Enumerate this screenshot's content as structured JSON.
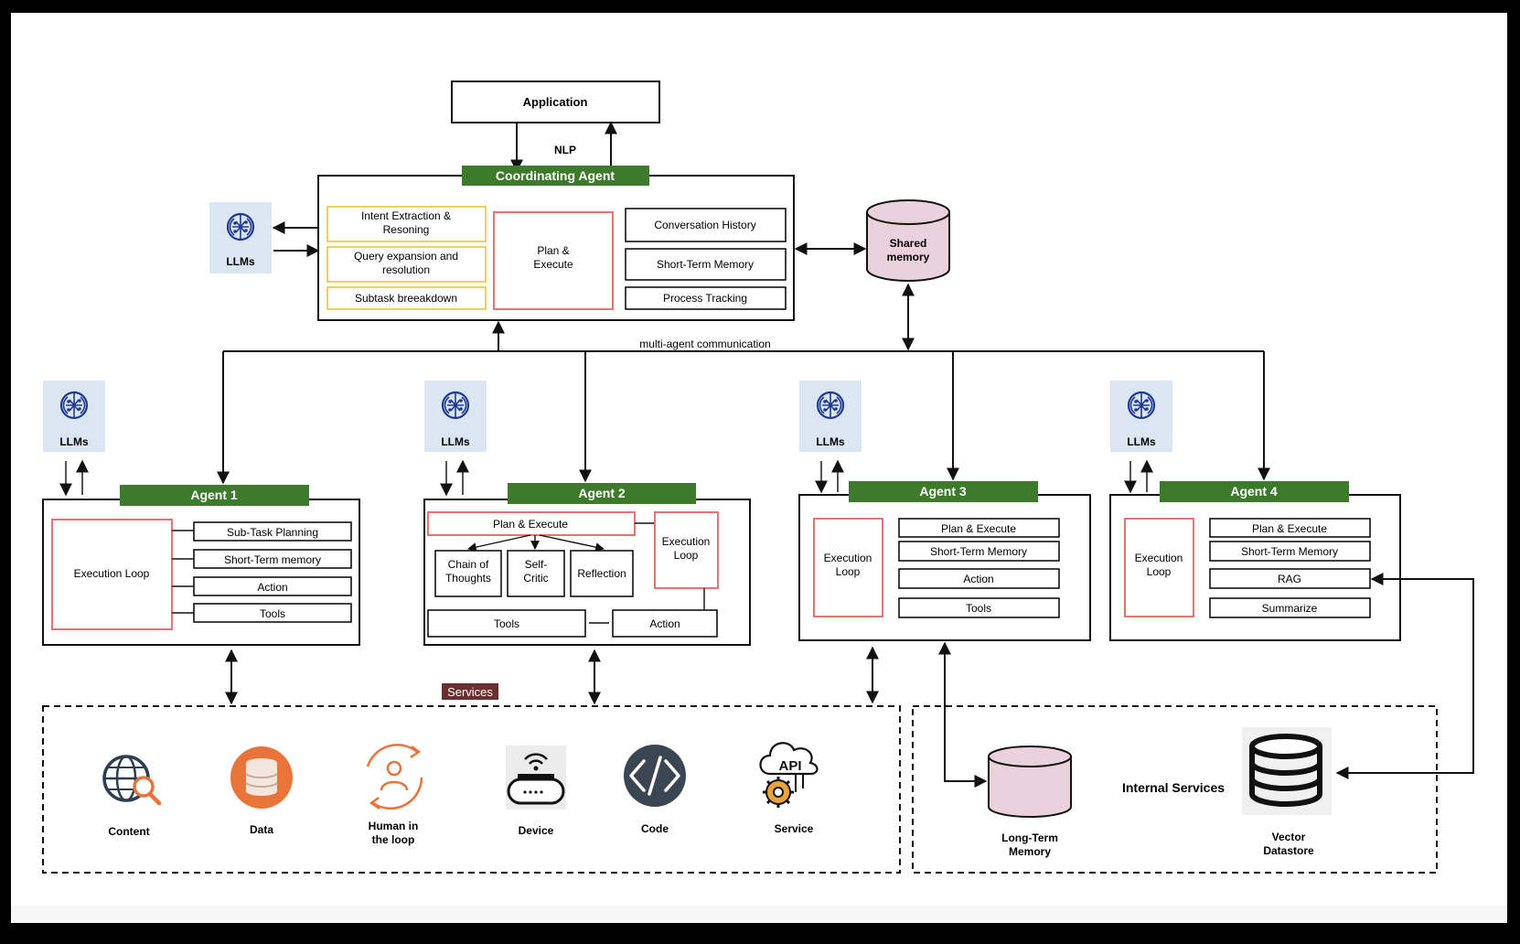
{
  "application": "Application",
  "nlp": "NLP",
  "coordinating_agent": {
    "title": "Coordinating Agent",
    "left_items": [
      "Intent Extraction &|Resoning",
      "Query expansion and|resolution",
      "Subtask breeakdown"
    ],
    "center": "Plan &|Execute",
    "right_items": [
      "Conversation History",
      "Short-Term Memory",
      "Process Tracking"
    ]
  },
  "llms_label": "LLMs",
  "shared_memory": "Shared|memory",
  "multi_agent_label": "multi-agent communication",
  "agent1": {
    "title": "Agent 1",
    "loop": "Execution Loop",
    "items": [
      "Sub-Task Planning",
      "Short-Term memory",
      "Action",
      "Tools"
    ]
  },
  "agent2": {
    "title": "Agent 2",
    "plan": "Plan & Execute",
    "loop": "Execution|Loop",
    "methods": [
      "Chain of|Thoughts",
      "Self-|Critic",
      "Reflection"
    ],
    "tools": "Tools",
    "action": "Action"
  },
  "agent3": {
    "title": "Agent 3",
    "loop": "Execution|Loop",
    "items": [
      "Plan & Execute",
      "Short-Term Memory",
      "Action",
      "Tools"
    ]
  },
  "agent4": {
    "title": "Agent  4",
    "loop": "Execution|Loop",
    "items": [
      "Plan & Execute",
      "Short-Term Memory",
      "RAG",
      "Summarize"
    ]
  },
  "services_label": "Services",
  "services": [
    {
      "label": "Content",
      "icon": "globe-search-icon"
    },
    {
      "label": "Data",
      "icon": "database-icon"
    },
    {
      "label": "Human in|the loop",
      "icon": "human-loop-icon"
    },
    {
      "label": "Device",
      "icon": "router-device-icon"
    },
    {
      "label": "Code",
      "icon": "code-icon"
    },
    {
      "label": "Service",
      "icon": "api-gear-icon"
    }
  ],
  "internal_services_label": "Internal Services",
  "long_term_memory": "Long-Term|Memory",
  "vector_datastore": "Vector|Datastore",
  "colors": {
    "green": "#3d7a2c",
    "red_box": "#e06666",
    "yellow_box": "#f1c232",
    "llm_bg": "#dbe6f3",
    "llm_icon": "#1f3a93",
    "memory_fill": "#ead1dc",
    "services_bg": "#6b2f2f",
    "orange": "#e8743b",
    "code_bg": "#3a4753"
  }
}
